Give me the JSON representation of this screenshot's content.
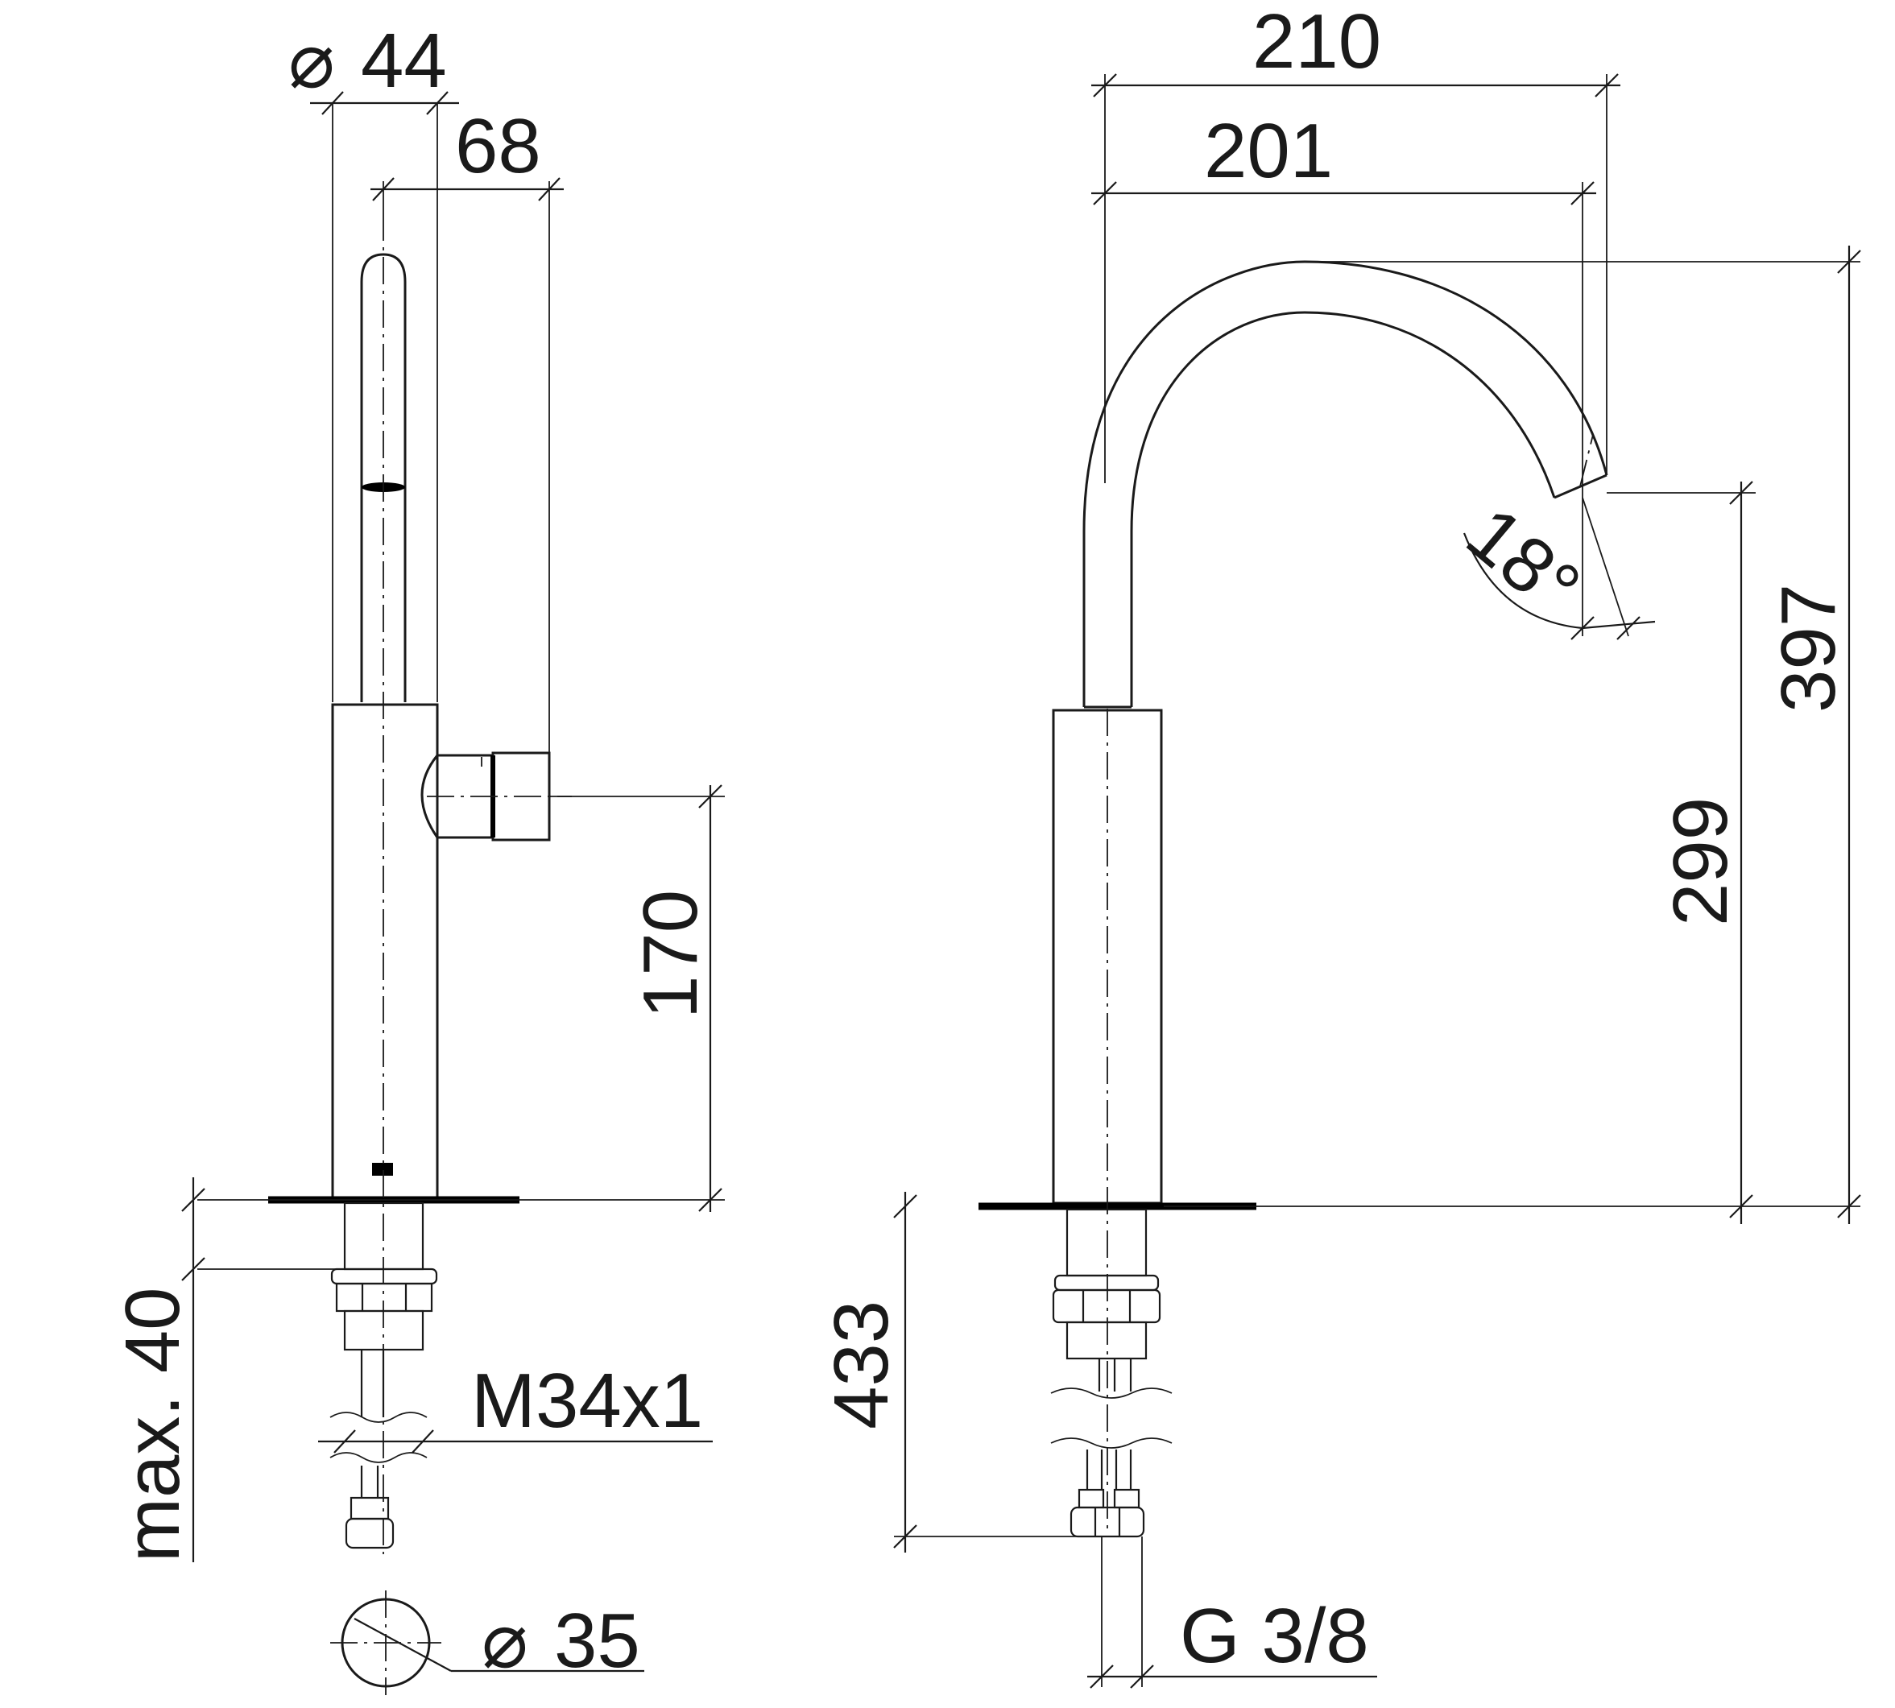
{
  "left_view": {
    "dims": {
      "handle_diameter": "44",
      "handle_offset": "68",
      "outlet_height": "170",
      "max_deck_thickness": "max. 40",
      "thread": "M34x1",
      "hole_diameter": "35"
    }
  },
  "right_view": {
    "dims": {
      "reach_total": "210",
      "reach_outlet": "201",
      "angle": "18°",
      "total_height": "397",
      "spout_height": "299",
      "hose_length": "433",
      "connection": "G 3/8"
    }
  },
  "symbols": {
    "diameter": "⌀"
  }
}
